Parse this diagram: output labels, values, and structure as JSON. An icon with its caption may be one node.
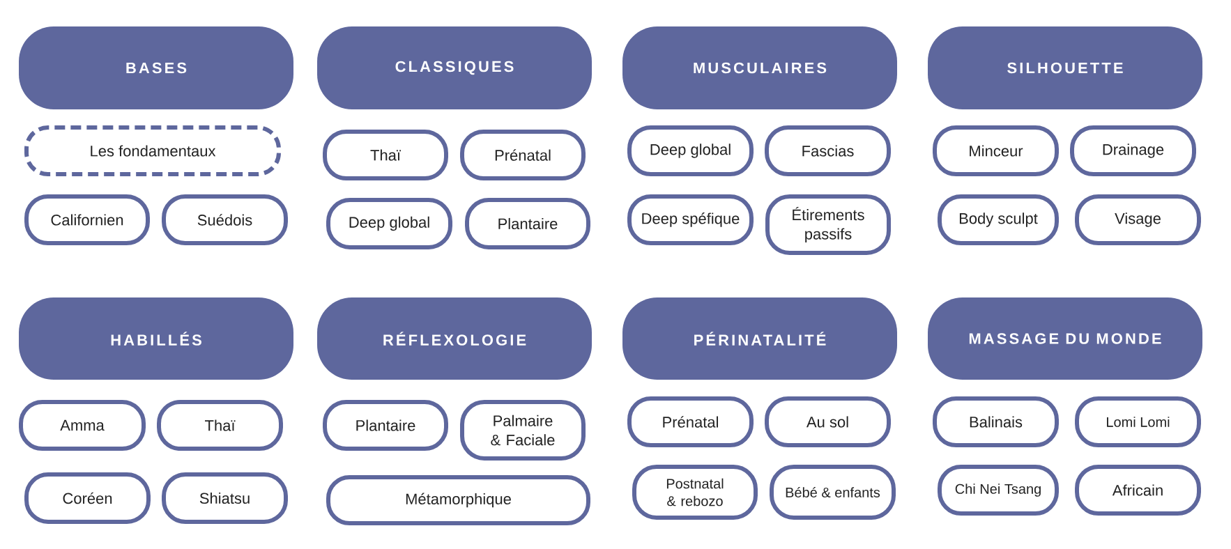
{
  "diagram": {
    "nodes": [
      {
        "text": [
          "BASES"
        ]
      },
      {
        "text": [
          "Les fondamentaux"
        ]
      },
      {
        "text": [
          "Californien"
        ]
      },
      {
        "text": [
          "Suédois"
        ]
      },
      {
        "text": [
          "CLASSIQUES"
        ]
      },
      {
        "text": [
          "Thaï"
        ]
      },
      {
        "text": [
          "Prénatal"
        ]
      },
      {
        "text": [
          "Deep global"
        ]
      },
      {
        "text": [
          "Plantaire"
        ]
      },
      {
        "text": [
          "MUSCULAIRES"
        ]
      },
      {
        "text": [
          "Deep global"
        ]
      },
      {
        "text": [
          "Fascias"
        ]
      },
      {
        "text": [
          "Deep spéfique"
        ]
      },
      {
        "text": [
          "Étirements passifs"
        ]
      },
      {
        "text": [
          "SILHOUETTE"
        ]
      },
      {
        "text": [
          "Minceur"
        ]
      },
      {
        "text": [
          "Drainage"
        ]
      },
      {
        "text": [
          "Body sculpt"
        ]
      },
      {
        "text": [
          "Visage"
        ]
      },
      {
        "text": [
          "HABILLÉS"
        ]
      },
      {
        "text": [
          "Amma"
        ]
      },
      {
        "text": [
          "Thaï"
        ]
      },
      {
        "text": [
          "Coréen"
        ]
      },
      {
        "text": [
          "Shiatsu"
        ]
      },
      {
        "text": [
          "RÉFLEXOLOGIE"
        ]
      },
      {
        "text": [
          "Plantaire"
        ]
      },
      {
        "text": [
          "Palmaire & Faciale"
        ]
      },
      {
        "text": [
          "Métamorphique"
        ]
      },
      {
        "text": [
          "PÉRINATALITÉ"
        ]
      },
      {
        "text": [
          "Prénatal"
        ]
      },
      {
        "text": [
          "Au sol"
        ]
      },
      {
        "text": [
          "Postnatal & rebozo"
        ]
      },
      {
        "text": [
          "Bébé & enfants"
        ]
      },
      {
        "text": [
          "MASSAGE DU MONDE"
        ]
      },
      {
        "text": [
          "Balinais"
        ]
      },
      {
        "text": [
          "Lomi Lomi"
        ]
      },
      {
        "text": [
          "Chi Nei Tsang"
        ]
      },
      {
        "text": [
          "Africain"
        ]
      }
    ]
  }
}
